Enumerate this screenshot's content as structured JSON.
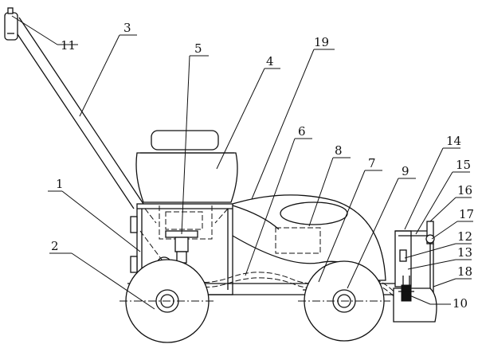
{
  "callouts": [
    {
      "id": "1",
      "text": "1"
    },
    {
      "id": "2",
      "text": "2"
    },
    {
      "id": "3",
      "text": "3"
    },
    {
      "id": "4",
      "text": "4"
    },
    {
      "id": "5",
      "text": "5"
    },
    {
      "id": "6",
      "text": "6"
    },
    {
      "id": "7",
      "text": "7"
    },
    {
      "id": "8",
      "text": "8"
    },
    {
      "id": "9",
      "text": "9"
    },
    {
      "id": "10",
      "text": "10"
    },
    {
      "id": "11",
      "text": "11"
    },
    {
      "id": "12",
      "text": "12"
    },
    {
      "id": "13",
      "text": "13"
    },
    {
      "id": "14",
      "text": "14"
    },
    {
      "id": "15",
      "text": "15"
    },
    {
      "id": "16",
      "text": "16"
    },
    {
      "id": "17",
      "text": "17"
    },
    {
      "id": "18",
      "text": "18"
    },
    {
      "id": "19",
      "text": "19"
    }
  ],
  "colors": {
    "ink": "#111111",
    "paper": "#ffffff"
  }
}
